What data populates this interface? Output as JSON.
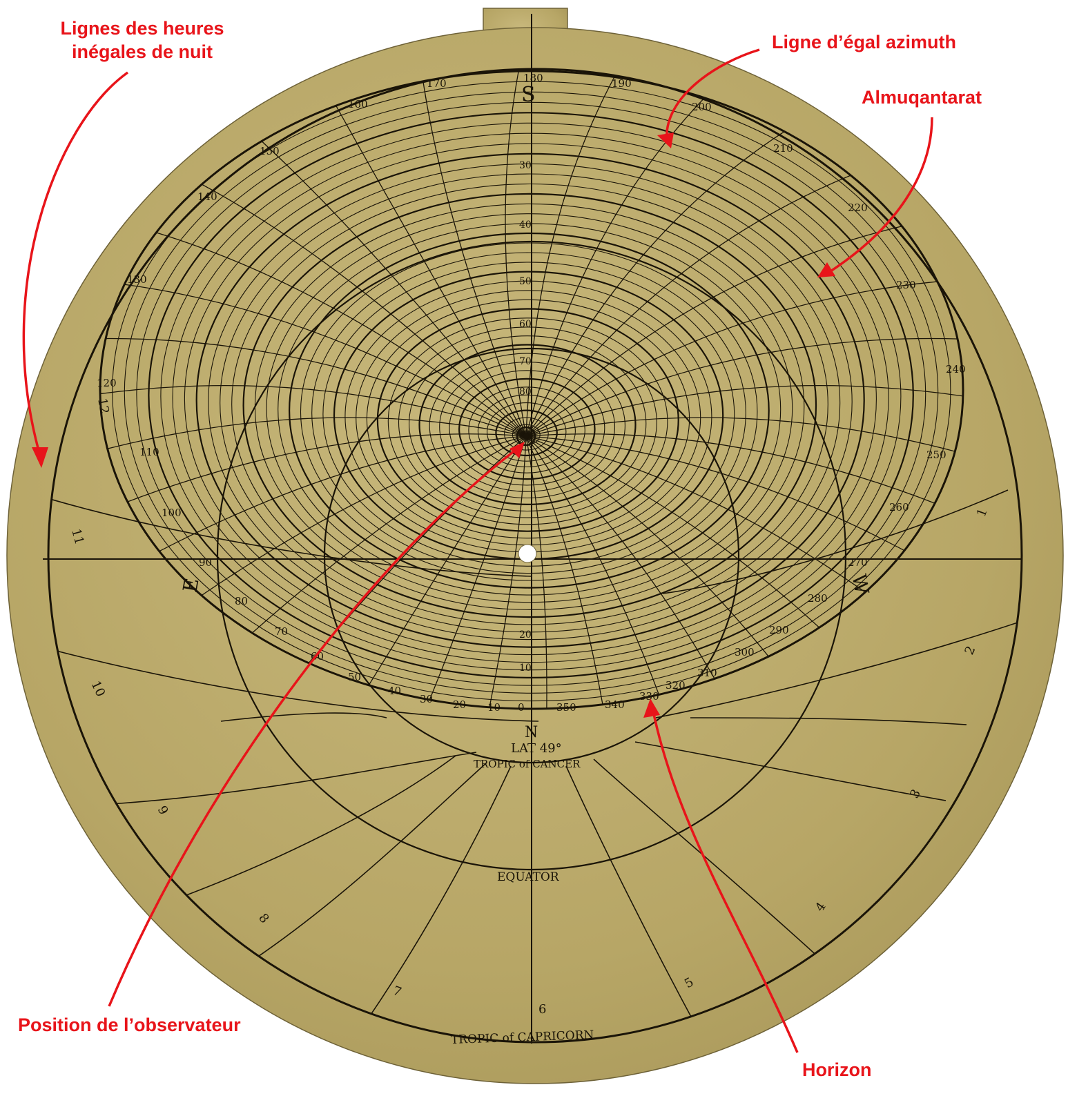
{
  "annotations": {
    "night_hours": [
      "Lignes des heures",
      "inégales de nuit"
    ],
    "azimuth": "Ligne d’égal azimuth",
    "almuqantarat": "Almuqantarat",
    "observer": "Position de l’observateur",
    "horizon": "Horizon"
  },
  "plate": {
    "lat": "LAT 49°",
    "tropic_cancer": "TROPIC of CANCER",
    "equator": "EQUATOR",
    "tropic_capricorn": "TROPIC of CAPRICORN",
    "east": "E",
    "west": "W",
    "south": "S",
    "north": "N",
    "azimuth_labels": [
      "0",
      "10",
      "20",
      "30",
      "40",
      "50",
      "60",
      "70",
      "80",
      "90",
      "100",
      "110",
      "120",
      "130",
      "140",
      "150",
      "160",
      "170",
      "180",
      "190",
      "200",
      "210",
      "220",
      "230",
      "240",
      "250",
      "260",
      "270",
      "280",
      "290",
      "300",
      "310",
      "320",
      "330",
      "340",
      "350"
    ],
    "altitude_labels": [
      "10",
      "20",
      "30",
      "40",
      "50",
      "60",
      "70",
      "80"
    ],
    "hour_labels": [
      "1",
      "2",
      "3",
      "4",
      "5",
      "6",
      "7",
      "8",
      "9",
      "10",
      "11",
      "12"
    ]
  },
  "colors": {
    "plate_gold": "#b9a86a",
    "ink": "#1a1408",
    "annotation_red": "#e8141a"
  }
}
